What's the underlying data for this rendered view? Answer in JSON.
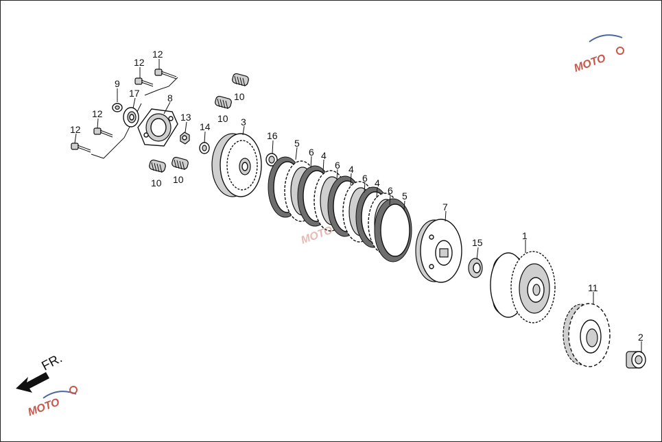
{
  "labels": {
    "p1": "1",
    "p2": "2",
    "p3": "3",
    "p4a": "4",
    "p4b": "4",
    "p4c": "4",
    "p5a": "5",
    "p5b": "5",
    "p6a": "6",
    "p6b": "6",
    "p6c": "6",
    "p6d": "6",
    "p7": "7",
    "p8": "8",
    "p9": "9",
    "p10a": "10",
    "p10b": "10",
    "p10c": "10",
    "p10d": "10",
    "p11": "11",
    "p12a": "12",
    "p12b": "12",
    "p12c": "12",
    "p12d": "12",
    "p13": "13",
    "p14": "14",
    "p15": "15",
    "p16": "16",
    "p17": "17"
  },
  "direction": {
    "text": "FR."
  },
  "watermark": {
    "text": "MOTO",
    "color_brand": "#c0392b",
    "color_accent": "#2e4a8f"
  }
}
